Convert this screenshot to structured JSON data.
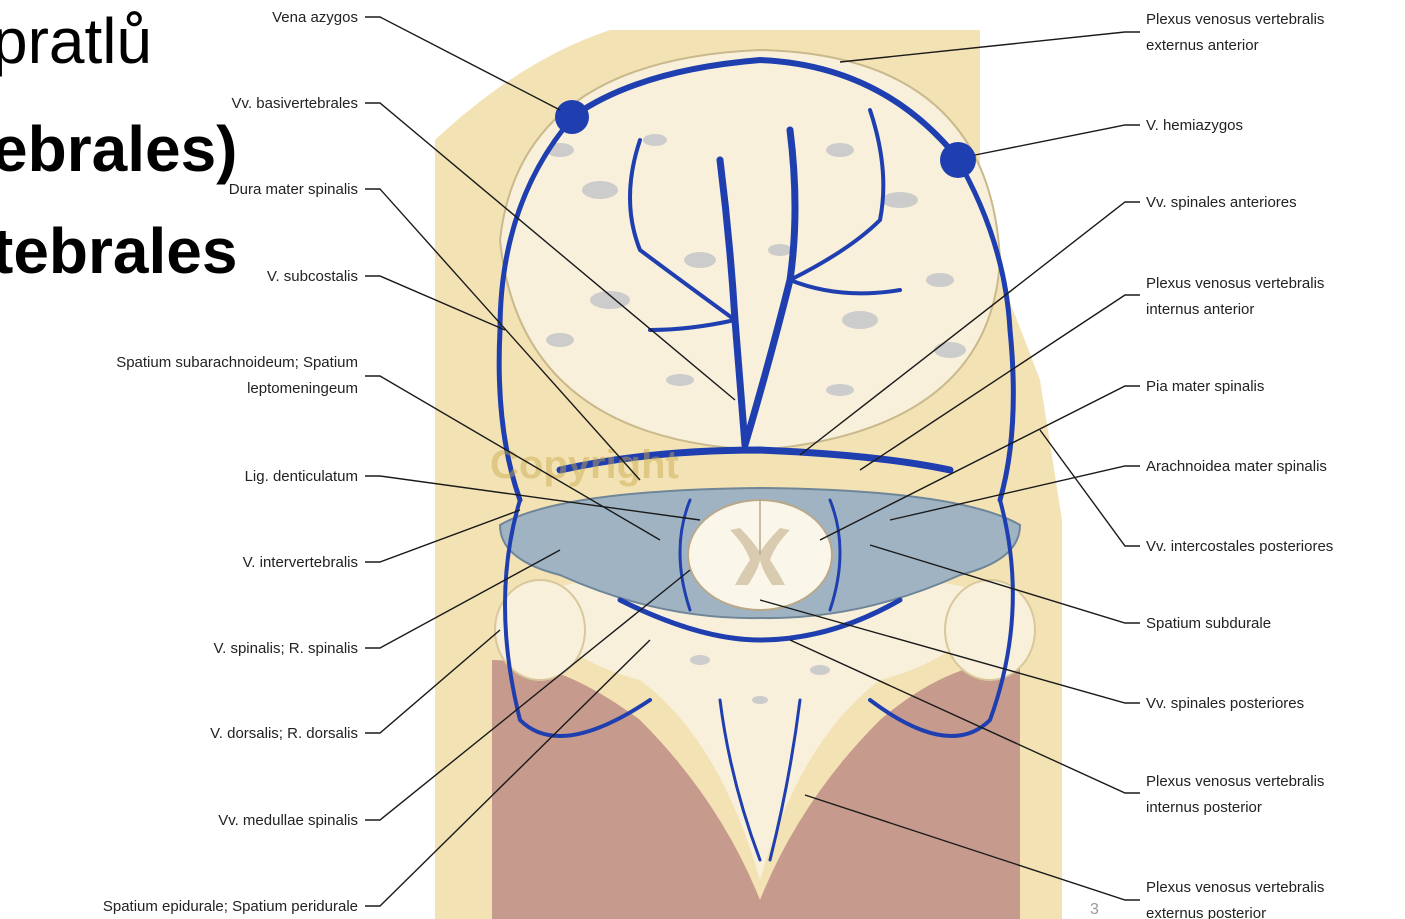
{
  "slide": {
    "lines": [
      "",
      "",
      ""
    ]
  },
  "headings": [
    "pratlů",
    "ebrales)",
    "tebrales"
  ],
  "labels_left": [
    "Vena azygos",
    "Vv. basivertebrales",
    "Dura mater spinalis",
    "V. subcostalis",
    "Spatium subarachnoideum; Spatium",
    "leptomeningeum",
    "Lig. denticulatum",
    "V. intervertebralis",
    "V. spinalis; R. spinalis",
    "V. dorsalis; R. dorsalis",
    "Vv. medullae spinalis",
    "Spatium epidurale; Spatium peridurale"
  ],
  "labels_right": [
    "Plexus venosus vertebralis",
    "externus anterior",
    "V. hemiazygos",
    "Vv. spinales anteriores",
    "Plexus venosus vertebralis",
    "internus anterior",
    "Pia mater spinalis",
    "Arachnoidea mater spinalis",
    "Vv. intercostales posteriores",
    "Spatium subdurale",
    "Vv. spinales posteriores",
    "Plexus venosus vertebralis",
    "internus posterior",
    "Plexus venosus vertebralis",
    "externus posterior"
  ],
  "watermark": "Copyright",
  "page_marker": "3",
  "colors": {
    "vein": "#1f3fb0",
    "bone": "#f6edd4",
    "body": "#f3e2b4",
    "muscle": "#c69a8c",
    "dura": "#9fb3c3",
    "cord": "#fbf6ea",
    "grey_matter": "#d9cbb0",
    "marrow": "#cccccc"
  }
}
